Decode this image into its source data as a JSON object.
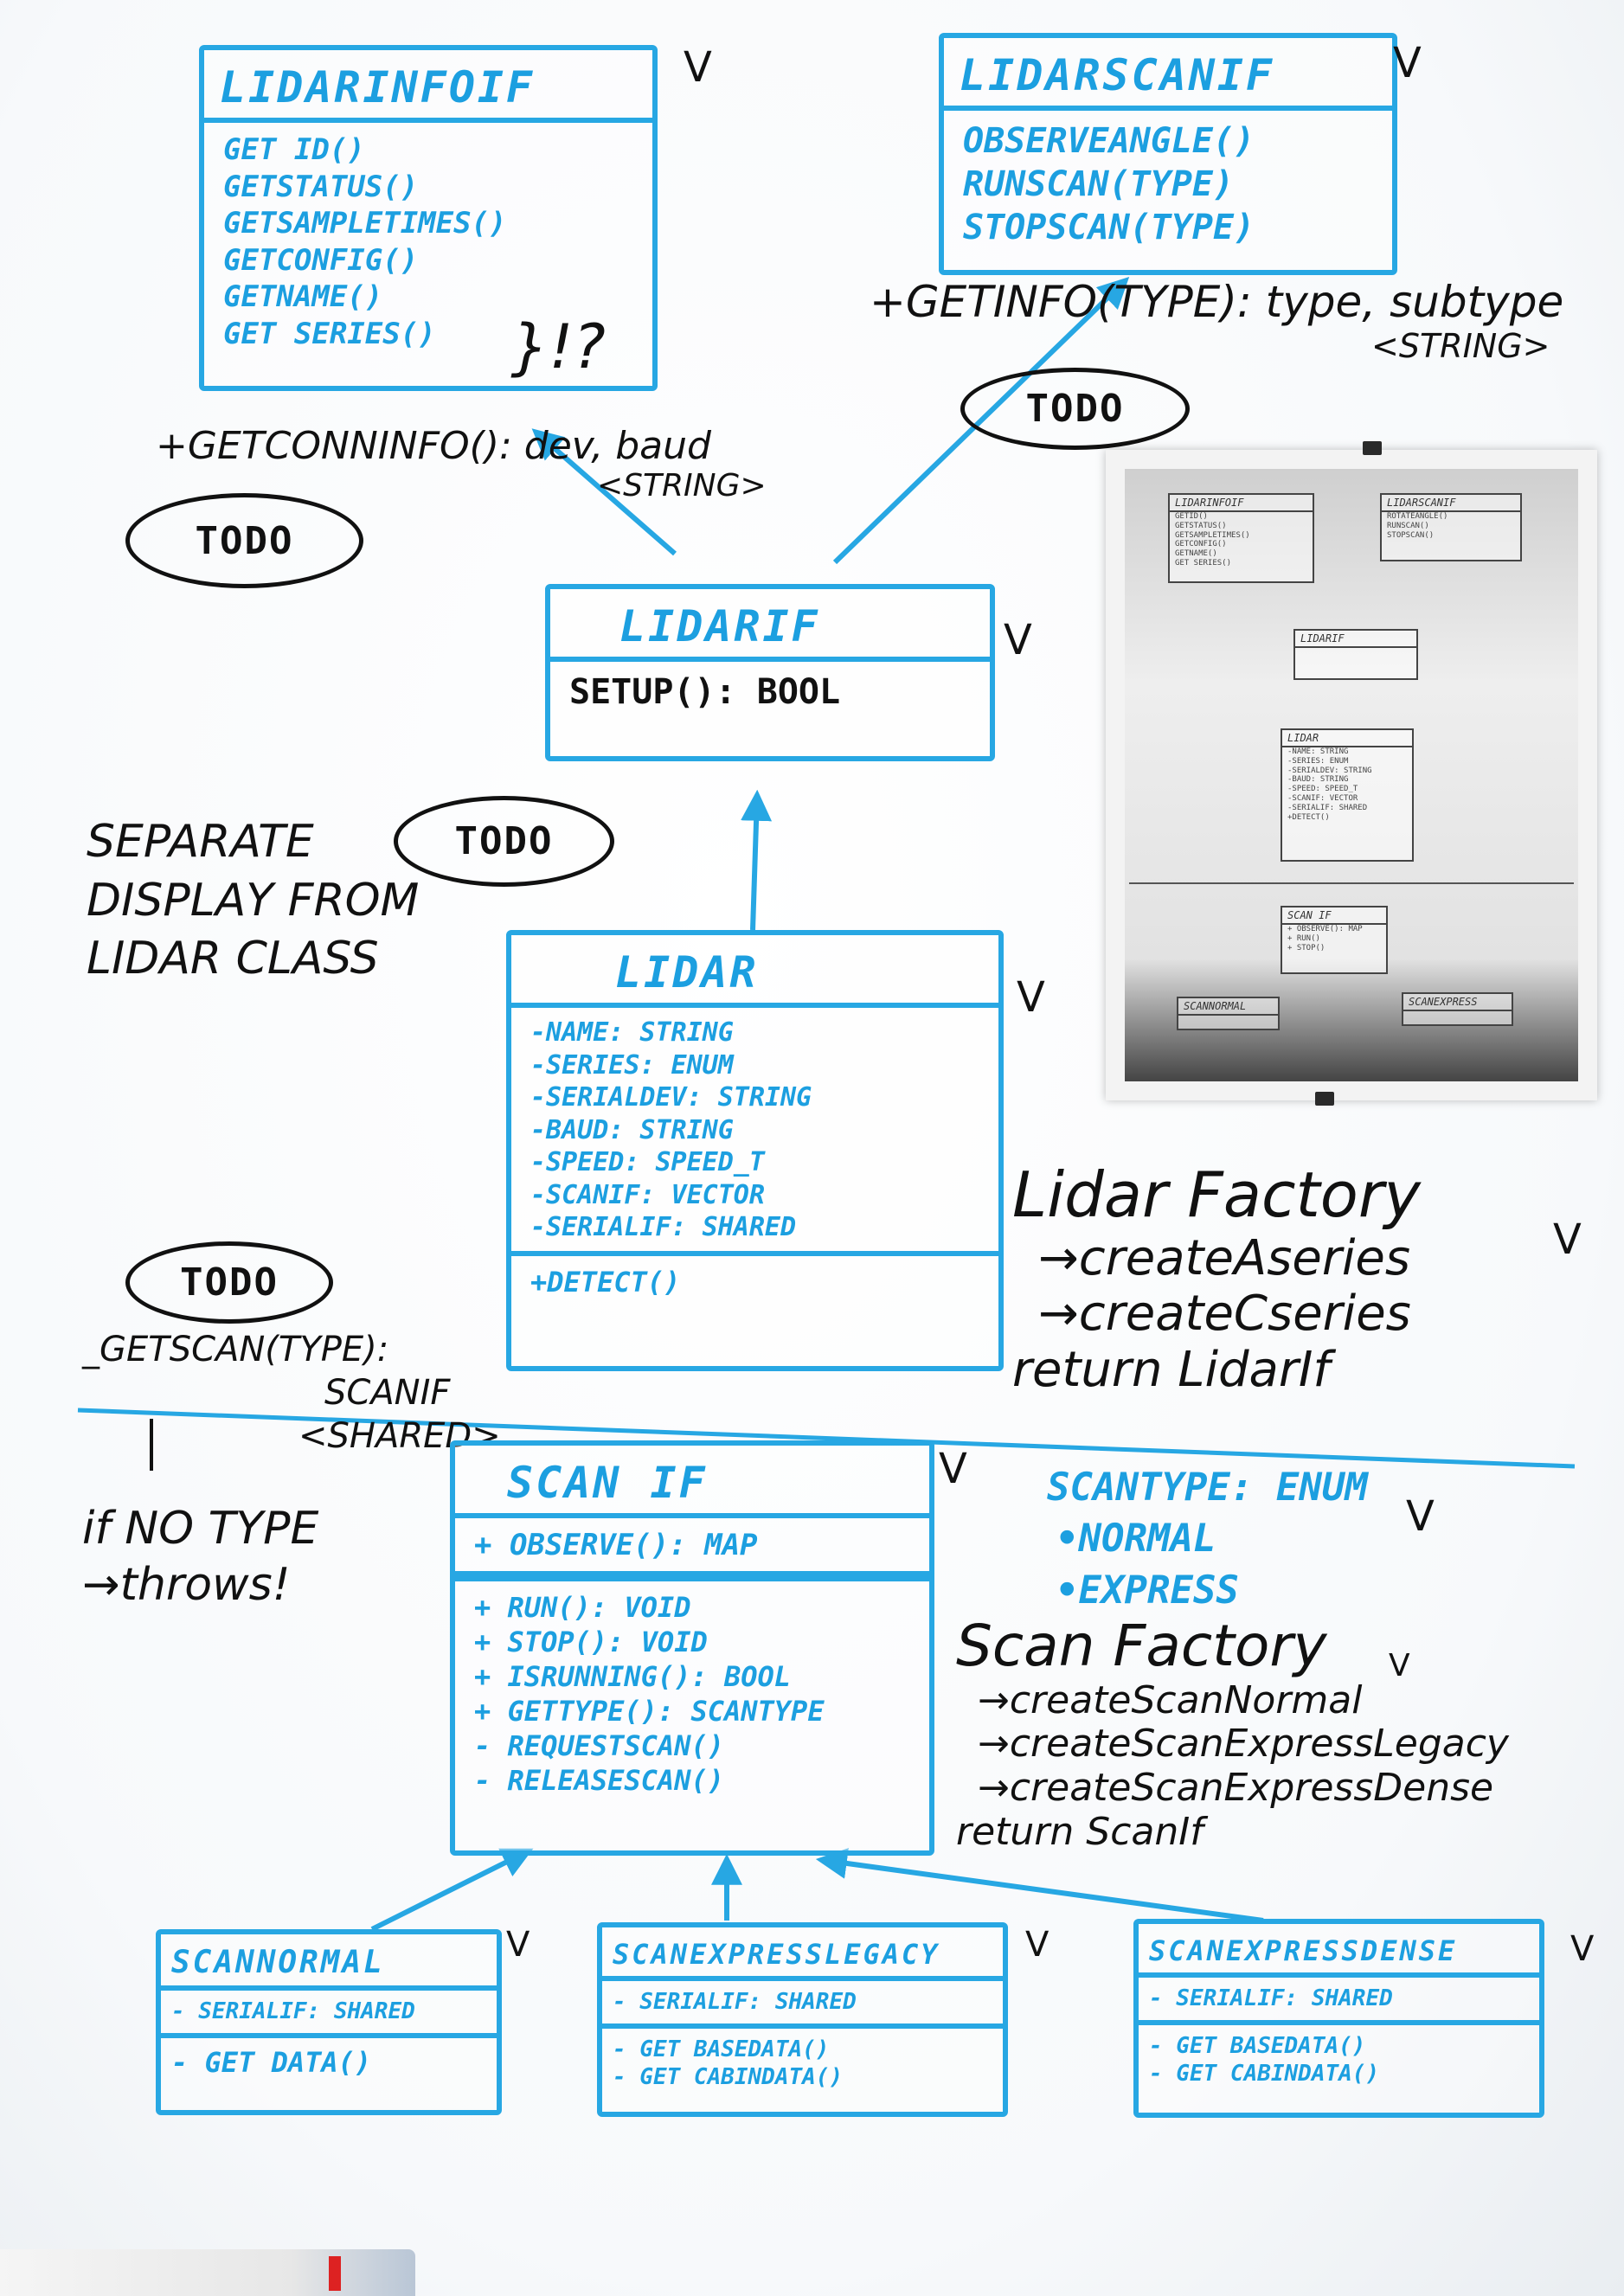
{
  "boxes": {
    "lidarinfoif": {
      "title": "LIDARINFOIF",
      "methods": [
        "GET ID()",
        "GETSTATUS()",
        "GETSAMPLETIMES()",
        "GETCONFIG()",
        "GETNAME()",
        "GET SERIES()"
      ]
    },
    "lidarscanif": {
      "title": "LIDARSCANIF",
      "methods": [
        "OBSERVEANGLE()",
        "RUNSCAN(TYPE)",
        "STOPSCAN(TYPE)"
      ]
    },
    "lidarif": {
      "title": "LIDARIF",
      "methods": [
        "SETUP(): BOOL"
      ]
    },
    "lidar": {
      "title": "LIDAR",
      "fields": [
        "-NAME: STRING",
        "-SERIES: ENUM",
        "-SERIALDEV: STRING",
        "-BAUD: STRING",
        "-SPEED: SPEED_T",
        "-SCANIF: VECTOR",
        "-SERIALIF: SHARED"
      ],
      "methods": [
        "+DETECT()"
      ]
    },
    "scanif": {
      "title": "SCAN IF",
      "fields": [
        "+ OBSERVE(): MAP"
      ],
      "methods": [
        "+ RUN(): VOID",
        "+ STOP(): VOID",
        "+ ISRUNNING(): BOOL",
        "+ GETTYPE(): SCANTYPE",
        "- REQUESTSCAN()",
        "- RELEASESCAN()"
      ]
    },
    "scannormal": {
      "title": "SCANNORMAL",
      "fields": [
        "- SERIALIF: SHARED"
      ],
      "methods": [
        "- GET DATA()"
      ]
    },
    "scanexpresslegacy": {
      "title": "SCANEXPRESSLEGACY",
      "fields": [
        "- SERIALIF: SHARED"
      ],
      "methods": [
        "- GET BASEDATA()",
        "- GET CABINDATA()"
      ]
    },
    "scanexpressdense": {
      "title": "SCANEXPRESSDENSE",
      "fields": [
        "- SERIALIF: SHARED"
      ],
      "methods": [
        "- GET BASEDATA()",
        "- GET CABINDATA()"
      ]
    }
  },
  "notes": {
    "getconninfo_line1": "+GETCONNINFO(): dev, baud",
    "getconninfo_line2": "<STRING>",
    "getinfo_line1": "+GETINFO(TYPE): type, subtype",
    "getinfo_line2": "<STRING>",
    "todo": "TODO",
    "exclaim": "}!?",
    "separate_line1": "SEPARATE",
    "separate_line2": "DISPLAY FROM",
    "separate_line3": "LIDAR CLASS",
    "getscan_line1": "_GETSCAN(TYPE):",
    "getscan_line2": "SCANIF",
    "getscan_line3": "<SHARED>",
    "arrow_down": "↓",
    "notype_line1": "if NO TYPE",
    "notype_line2": "→throws!",
    "lidar_factory": [
      "Lidar Factory",
      "→createAseries",
      "→createCseries",
      "return LidarIf"
    ],
    "scantype": [
      "SCANTYPE: ENUM",
      "•NORMAL",
      "•EXPRESS"
    ],
    "scan_factory": [
      "Scan Factory",
      "→createScanNormal",
      "→createScanExpressLegacy",
      "→createScanExpressDense",
      "return ScanIf"
    ],
    "check": "V"
  },
  "photo": {
    "boxes": [
      {
        "title": "LIDARINFOIF",
        "rows": [
          "GETID()",
          "GETSTATUS()",
          "GETSAMPLETIMES()",
          "GETCONFIG()",
          "GETNAME()",
          "GET SERIES()"
        ]
      },
      {
        "title": "LIDARSCANIF",
        "rows": [
          "ROTATEANGLE()",
          "RUNSCAN()",
          "STOPSCAN()"
        ]
      },
      {
        "title": "LIDARIF",
        "rows": []
      },
      {
        "title": "LIDAR",
        "rows": [
          "-NAME: STRING",
          "-SERIES: ENUM",
          "-SERIALDEV: STRING",
          "-BAUD: STRING",
          "-SPEED: SPEED_T",
          "-SCANIF: VECTOR",
          "-SERIALIF: SHARED",
          "+DETECT()"
        ]
      },
      {
        "title": "SCAN IF",
        "rows": [
          "+ OBSERVE(): MAP",
          "+ RUN()",
          "+ STOP()"
        ]
      },
      {
        "title": "SCANNORMAL",
        "rows": []
      },
      {
        "title": "SCANEXPRESS",
        "rows": []
      }
    ]
  },
  "colors": {
    "marker_blue": "#27a7e3",
    "ink": "#111111"
  }
}
